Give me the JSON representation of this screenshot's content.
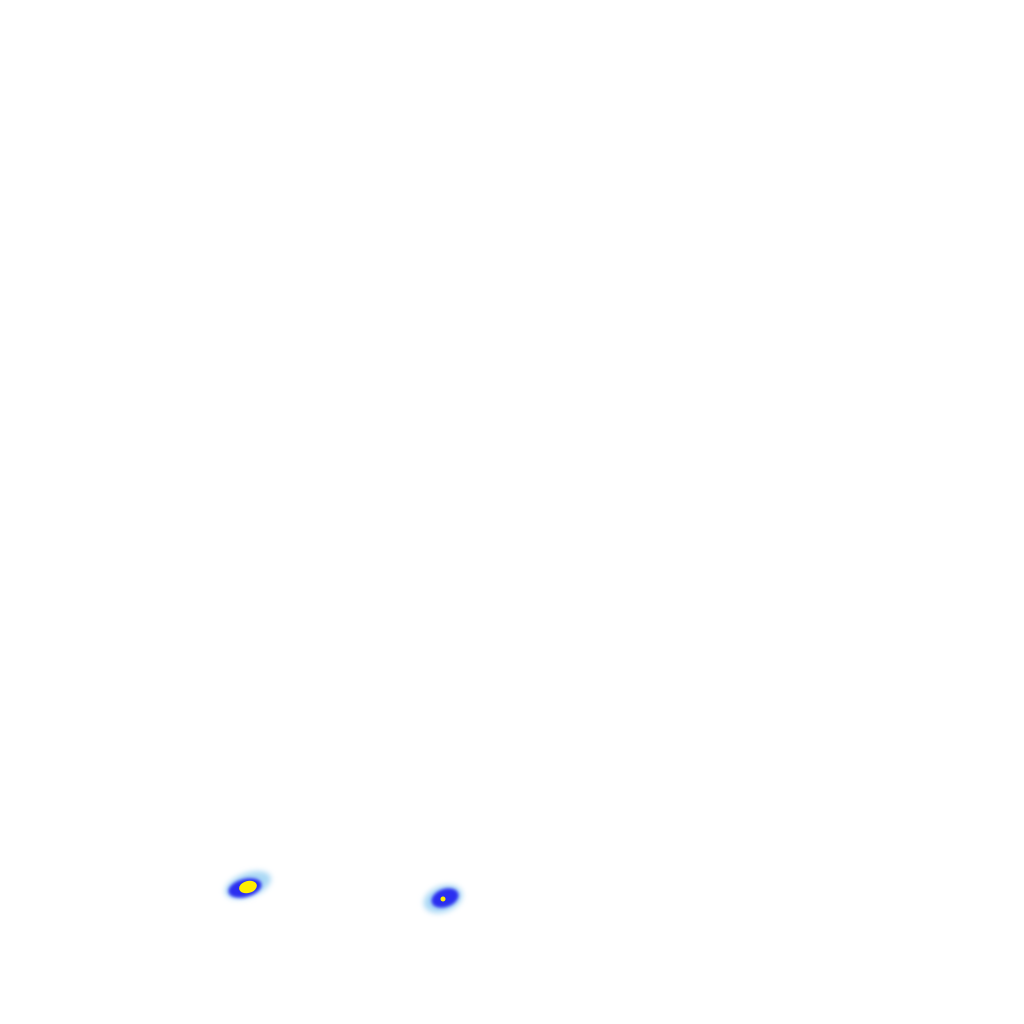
{
  "background_color": "#ffffff",
  "colors": {
    "outer": "#a9d8f5",
    "mid": "#2c2ff0",
    "core": "#ffee00"
  },
  "blobs": [
    {
      "name": "heat-blob-left",
      "intensity": "high"
    },
    {
      "name": "heat-blob-right",
      "intensity": "medium"
    }
  ]
}
